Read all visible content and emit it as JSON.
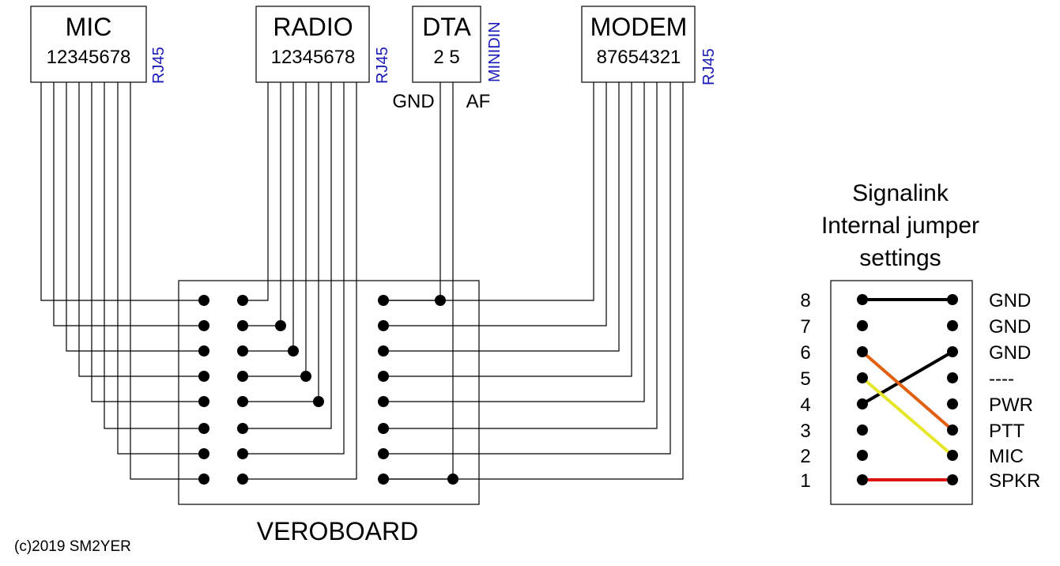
{
  "connectors": {
    "mic": {
      "title": "MIC",
      "pins": "12345678",
      "type": "RJ45"
    },
    "radio": {
      "title": "RADIO",
      "pins": "12345678",
      "type": "RJ45"
    },
    "dta": {
      "title": "DTA",
      "pins": "2 5",
      "type": "MINIDIN",
      "left_label": "GND",
      "right_label": "AF"
    },
    "modem": {
      "title": "MODEM",
      "pins": "87654321",
      "type": "RJ45"
    }
  },
  "veroboard": {
    "label": "VEROBOARD"
  },
  "signalink": {
    "title_lines": [
      "Signalink",
      "Internal jumper",
      "settings"
    ],
    "rows": [
      {
        "num": "8",
        "label": "GND"
      },
      {
        "num": "7",
        "label": "GND"
      },
      {
        "num": "6",
        "label": "GND"
      },
      {
        "num": "5",
        "label": "----"
      },
      {
        "num": "4",
        "label": "PWR"
      },
      {
        "num": "3",
        "label": "PTT"
      },
      {
        "num": "2",
        "label": "MIC"
      },
      {
        "num": "1",
        "label": "SPKR"
      }
    ],
    "jumpers": [
      {
        "from": "8",
        "to": "8",
        "color": "#000000"
      },
      {
        "from": "4",
        "to": "6",
        "color": "#000000"
      },
      {
        "from": "6",
        "to": "3",
        "color": "#e06010"
      },
      {
        "from": "5",
        "to": "2",
        "color": "#e6e62a"
      },
      {
        "from": "1",
        "to": "1",
        "color": "#e01010"
      }
    ]
  },
  "footer": {
    "copyright": "(c)2019 SM2YER"
  }
}
